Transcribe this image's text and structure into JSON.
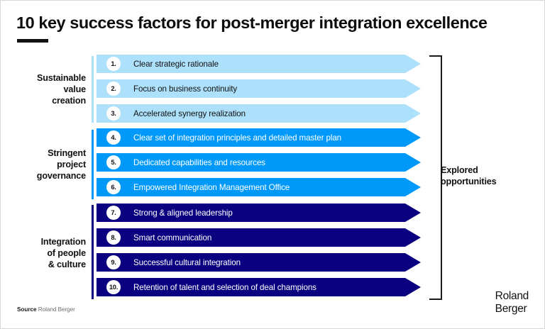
{
  "slide": {
    "title": "10 key success factors for post-merger integration excellence",
    "accent_rule_color": "#111111",
    "background": "#ffffff"
  },
  "colors": {
    "light_blue": "#ADE0FB",
    "mid_blue": "#0099FA",
    "navy": "#0A0080",
    "text_dark": "#111111",
    "text_light": "#ffffff",
    "bracket": "#1a1a1a"
  },
  "groups": [
    {
      "label": "Sustainable\nvalue\ncreation",
      "fill": "#ADE0FB",
      "accent": "#ADE0FB",
      "text_color": "#111111",
      "items": [
        {
          "number": "1.",
          "label": "Clear strategic rationale"
        },
        {
          "number": "2.",
          "label": "Focus on business continuity"
        },
        {
          "number": "3.",
          "label": "Accelerated synergy realization"
        }
      ]
    },
    {
      "label": "Stringent\nproject\ngovernance",
      "fill": "#0099FA",
      "accent": "#0099FA",
      "text_color": "#ffffff",
      "items": [
        {
          "number": "4.",
          "label": "Clear set of integration principles and detailed master plan"
        },
        {
          "number": "5.",
          "label": "Dedicated capabilities and resources"
        },
        {
          "number": "6.",
          "label": "Empowered Integration Management Office"
        }
      ]
    },
    {
      "label": "Integration\nof people\n& culture",
      "fill": "#0A0080",
      "accent": "#0A0080",
      "text_color": "#ffffff",
      "items": [
        {
          "number": "7.",
          "label": "Strong & aligned leadership"
        },
        {
          "number": "8.",
          "label": "Smart communication"
        },
        {
          "number": "9.",
          "label": "Successful cultural integration"
        },
        {
          "number": "10.",
          "label": "Retention of talent and selection of deal champions"
        }
      ]
    }
  ],
  "bracket": {
    "label": "Explored\nopportunities"
  },
  "footer": {
    "source_prefix": "Source",
    "source_text": "Roland Berger",
    "logo_line1": "Roland",
    "logo_line2": "Berger"
  }
}
